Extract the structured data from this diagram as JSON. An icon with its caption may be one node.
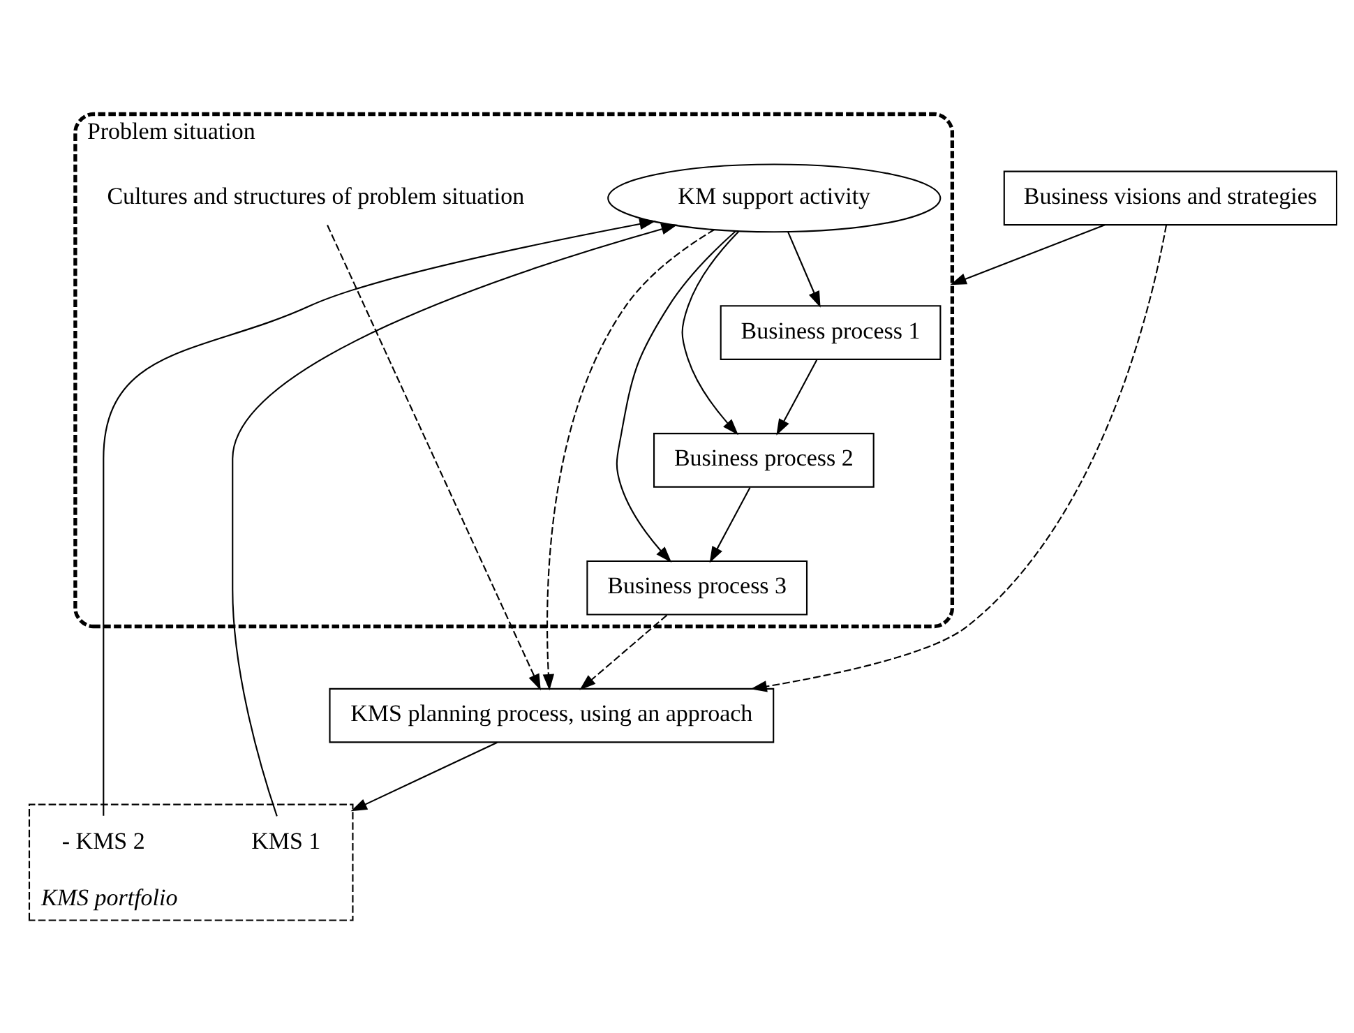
{
  "diagram": {
    "nodes": [
      {
        "text": [
          "Problem situation"
        ]
      },
      {
        "text": [
          "Business process 1"
        ],
        "in": 0
      },
      {
        "text": [
          "Business process 2"
        ],
        "in": 0
      },
      {
        "text": [
          "Business process 3"
        ],
        "in": 0
      },
      {
        "text": [
          "Business visions and strategies"
        ]
      },
      {
        "text": [
          "KM support activity"
        ],
        "in": 0
      },
      {
        "text": [
          "Cultures and structures of problem situation"
        ],
        "in": 0
      },
      {
        "text": [
          "KMS portfolio"
        ]
      },
      {
        "text": [
          "KMS 1"
        ],
        "in": 7
      },
      {
        "text": [
          "- KMS 2"
        ],
        "in": 7
      },
      {
        "text": [
          "KMS planning process, using an approach"
        ]
      }
    ],
    "edges": [
      {
        "from": 1,
        "to": 2,
        "arrow": "to"
      },
      {
        "from": 2,
        "to": 3,
        "arrow": "to"
      },
      {
        "from": 5,
        "to": 1,
        "arrow": "to"
      },
      {
        "from": 5,
        "to": 2,
        "arrow": "to"
      },
      {
        "from": 5,
        "to": 3,
        "arrow": "to"
      },
      {
        "from": 8,
        "to": 5,
        "arrow": "to"
      },
      {
        "from": 9,
        "to": 5,
        "arrow": "to"
      },
      {
        "from": 4,
        "to": 0,
        "arrow": "to"
      },
      {
        "from": 3,
        "to": 10,
        "arrow": "to",
        "style": "dashed"
      },
      {
        "from": 4,
        "to": 10,
        "arrow": "to",
        "style": "dashed"
      },
      {
        "from": 6,
        "to": 10,
        "arrow": "to",
        "style": "dashed"
      },
      {
        "from": 5,
        "to": 10,
        "arrow": "to",
        "style": "dashed"
      },
      {
        "from": 10,
        "to": 7,
        "arrow": "to"
      }
    ]
  }
}
